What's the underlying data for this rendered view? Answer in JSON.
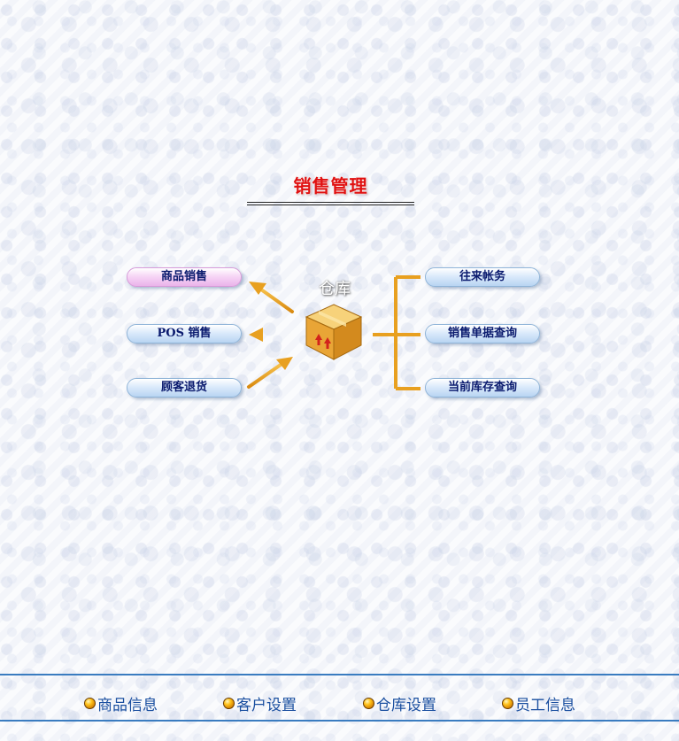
{
  "title": "销售管理",
  "warehouse_label": "仓库",
  "left_buttons": [
    {
      "label": "商品销售"
    },
    {
      "label": "POS 销售"
    },
    {
      "label": "顾客退货"
    }
  ],
  "right_buttons": [
    {
      "label": "往来帐务"
    },
    {
      "label": "销售单据查询"
    },
    {
      "label": "当前库存查询"
    }
  ],
  "footer_links": [
    {
      "label": "商品信息"
    },
    {
      "label": "客户设置"
    },
    {
      "label": "仓库设置"
    },
    {
      "label": "员工信息"
    }
  ],
  "colors": {
    "title": "#e01010",
    "arrow": "#e8a020",
    "button_text": "#0a1a6e",
    "footer_text": "#1a4fa0",
    "footer_border": "#3a7cc0"
  },
  "icons": {
    "warehouse": "box-icon",
    "footer_bullet": "orange-ball-icon"
  }
}
